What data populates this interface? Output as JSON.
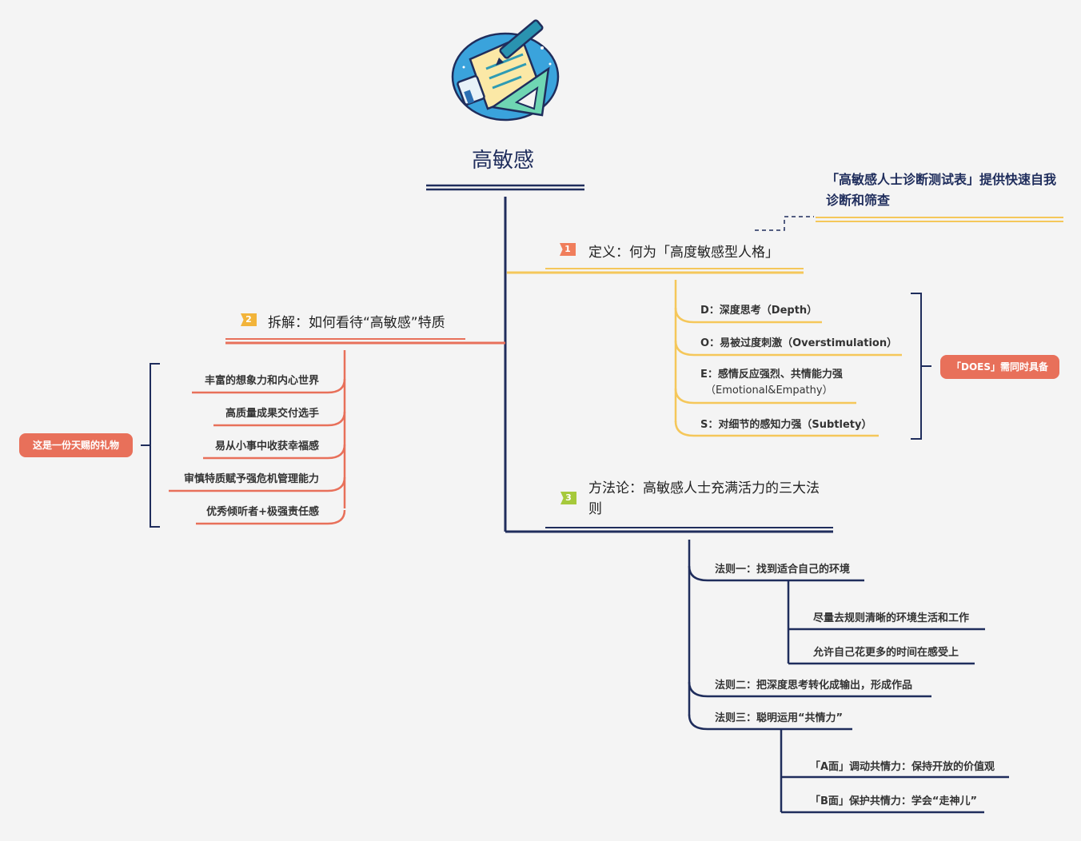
{
  "root": {
    "title": "高敏感",
    "icon": "notebook-pencil-ruler-icon"
  },
  "summary": {
    "text": "「高敏感人士诊断测试表」提供快速自我诊断和筛查"
  },
  "colors": {
    "navy": "#1f2d5c",
    "gold": "#f5c75a",
    "coral": "#e8705a",
    "n1": "#f07e5c",
    "n2": "#f2b43a",
    "n3": "#a6c93b"
  },
  "branches": [
    {
      "number": "1",
      "label": "定义：何为「高度敏感型人格」",
      "items": [
        {
          "key": "D：",
          "text": "深度思考（Depth）"
        },
        {
          "key": "O：",
          "text": "易被过度刺激（Overstimulation）"
        },
        {
          "key": "E：",
          "text": "感情反应强烈、共情能力强",
          "text2": "（Emotional&Empathy）"
        },
        {
          "key": "S：",
          "text": "对细节的感知力强（Subtlety）"
        }
      ],
      "group_label": "「DOES」需同时具备"
    },
    {
      "number": "2",
      "label": "拆解：如何看待“高敏感”特质",
      "items": [
        "丰富的想象力和内心世界",
        "高质量成果交付选手",
        "易从小事中收获幸福感",
        "审慎特质赋予强危机管理能力",
        "优秀倾听者+极强责任感"
      ],
      "group_label": "这是一份天赐的礼物"
    },
    {
      "number": "3",
      "label": "方法论：高敏感人士充满活力的三大法则",
      "rules": [
        {
          "label": "法则一：找到适合自己的环境",
          "children": [
            "尽量去规则清晰的环境生活和工作",
            "允许自己花更多的时间在感受上"
          ]
        },
        {
          "label": "法则二：把深度思考转化成输出，形成作品",
          "children": []
        },
        {
          "label": "法则三：聪明运用“共情力”",
          "children": [
            "「A面」调动共情力：保持开放的价值观",
            "「B面」保护共情力：学会“走神儿”"
          ]
        }
      ]
    }
  ]
}
